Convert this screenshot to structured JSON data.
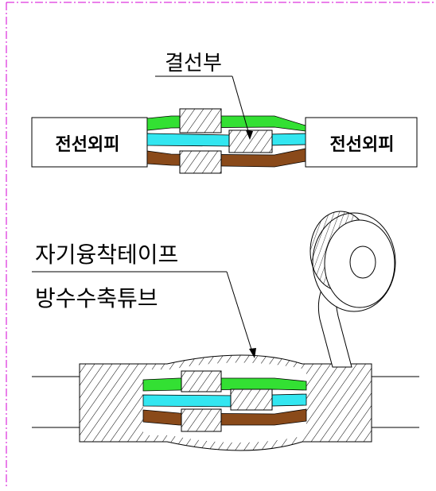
{
  "labels": {
    "splice": "결선부",
    "sheath_left": "전선외피",
    "sheath_right": "전선외피",
    "tape": "자기융착테이프",
    "tube": "방수수축튜브"
  },
  "colors": {
    "border": "#d400d4",
    "wire_green": "#33e033",
    "wire_cyan": "#33e6f0",
    "wire_brown": "#8a4a1a"
  }
}
